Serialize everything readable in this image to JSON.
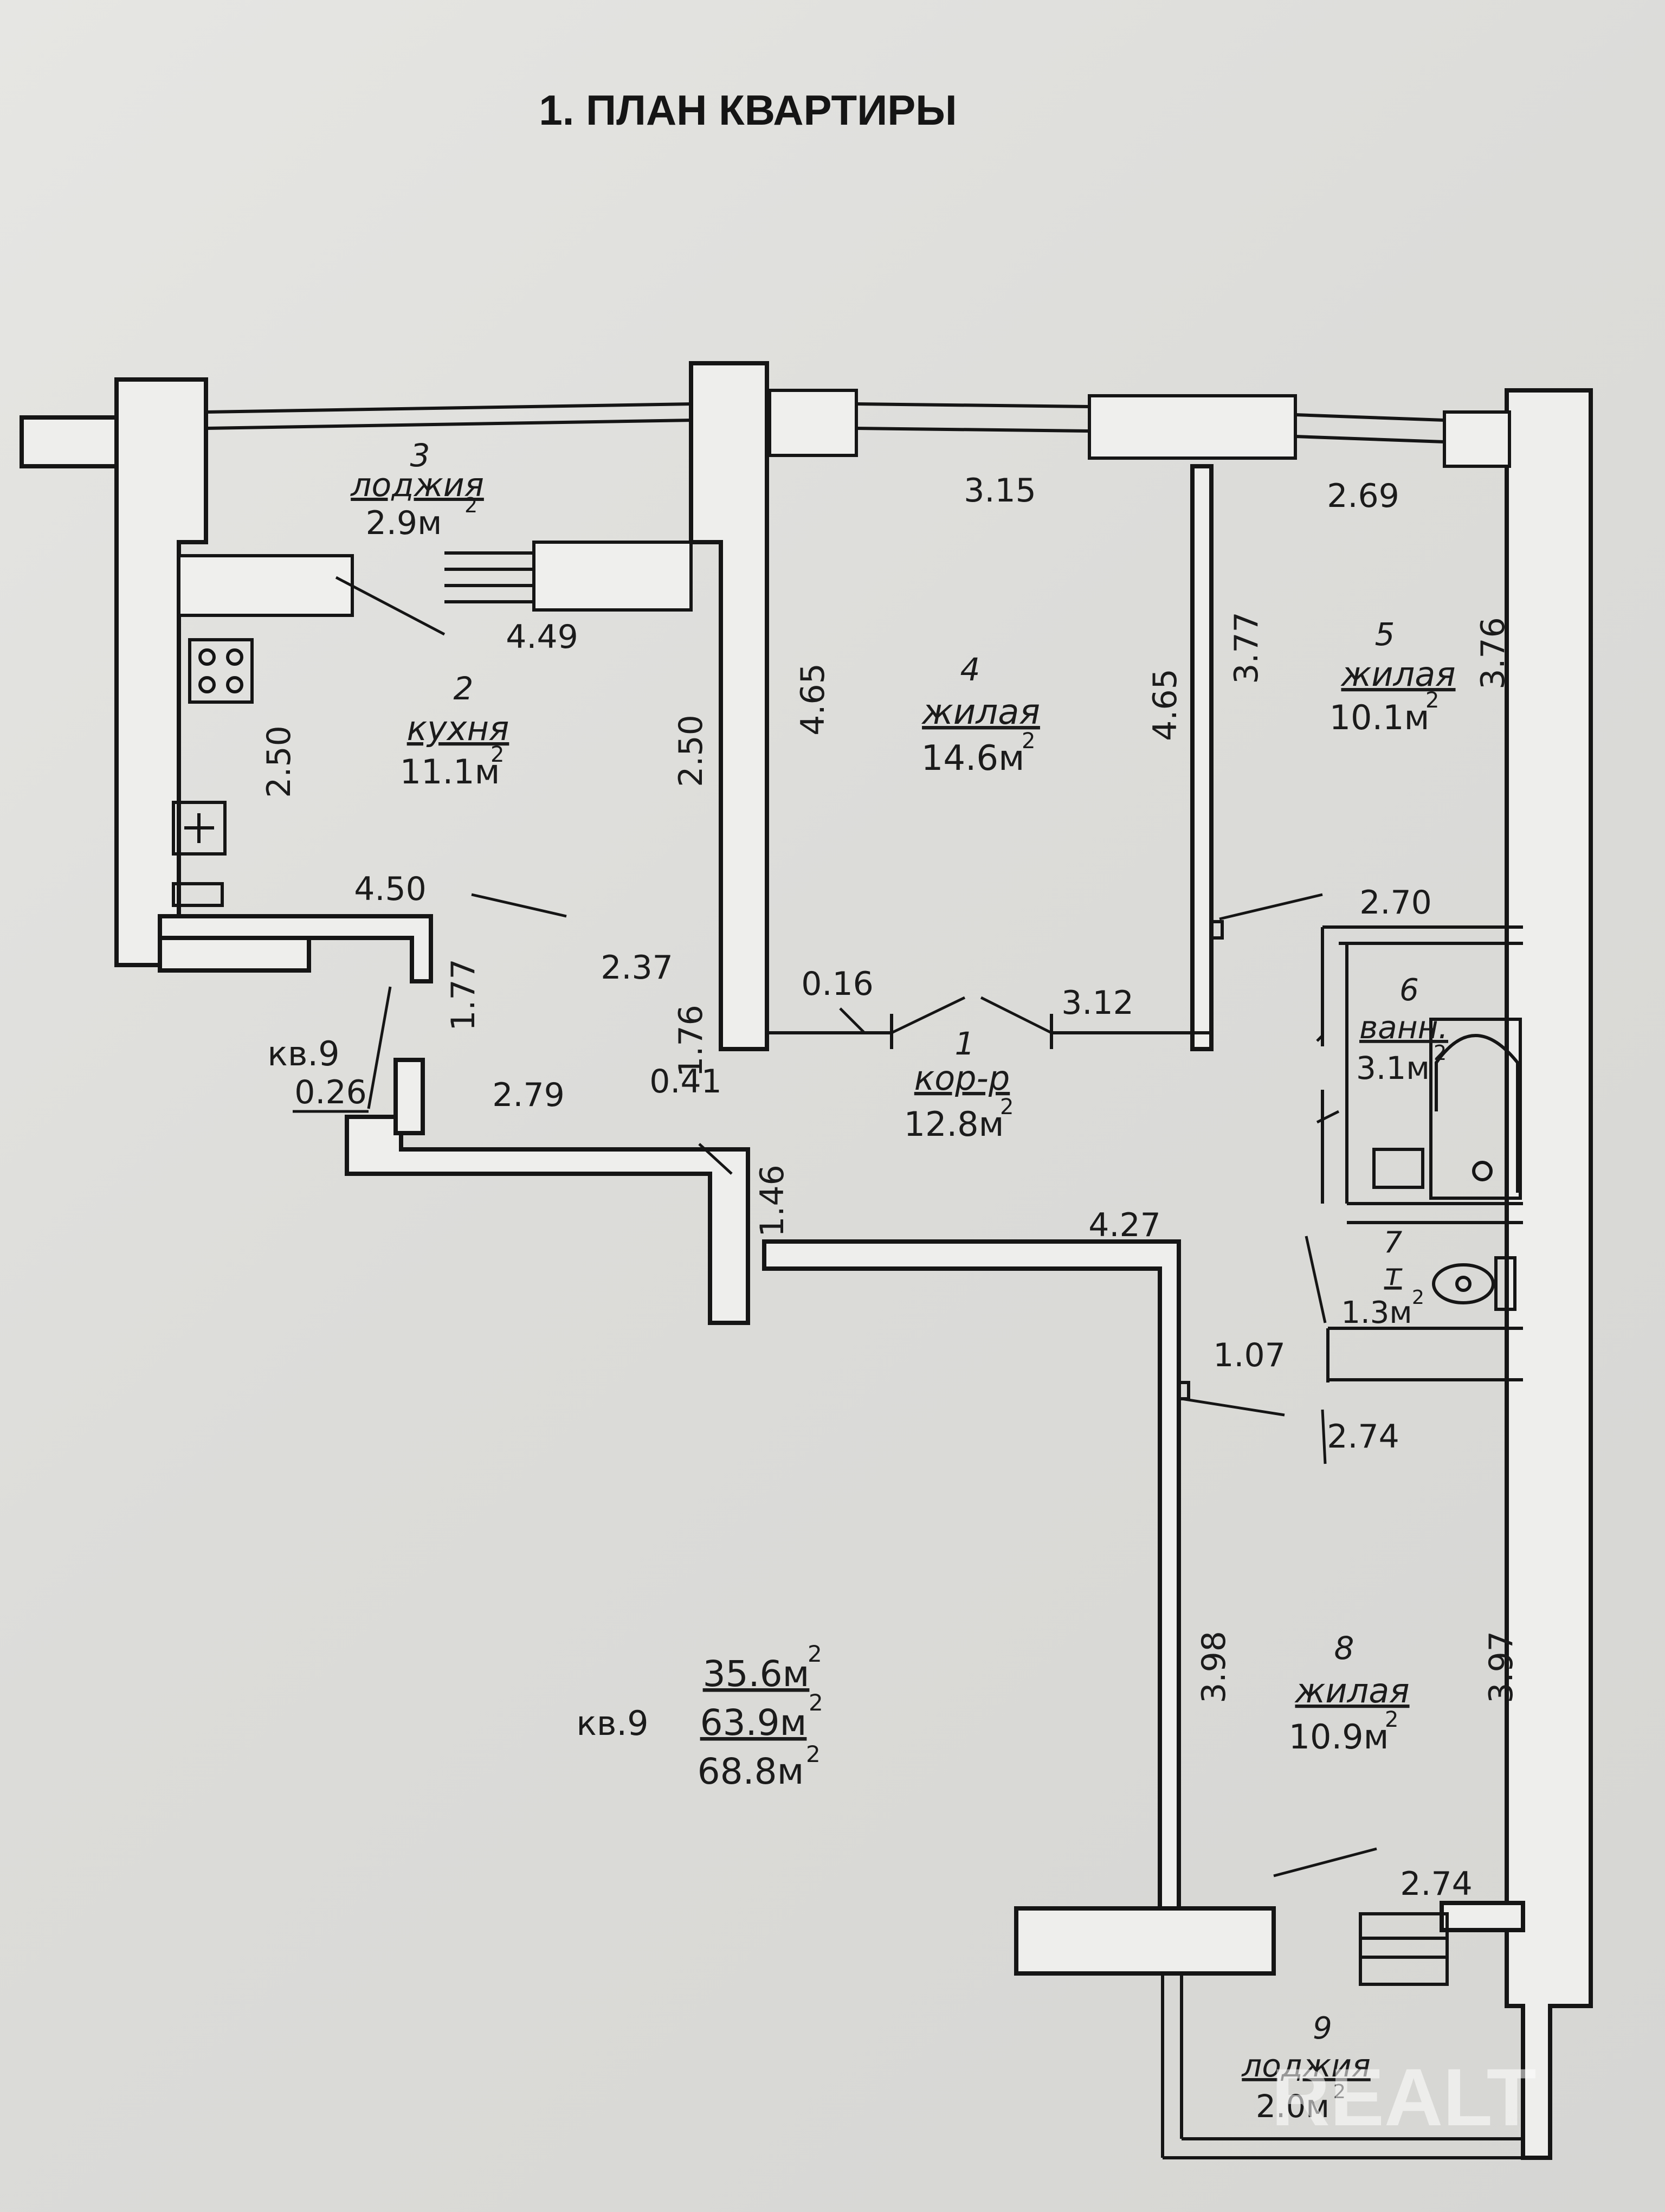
{
  "title": "1. ПЛАН КВАРТИРЫ",
  "rooms": {
    "loggia3": {
      "num": "3",
      "name": "лоджия",
      "area": "2.9м"
    },
    "kitchen": {
      "num": "2",
      "name": "кухня",
      "area": "11.1м"
    },
    "living4": {
      "num": "4",
      "name": "жилая",
      "area": "14.6м"
    },
    "living5": {
      "num": "5",
      "name": "жилая",
      "area": "10.1м"
    },
    "corridor": {
      "num": "1",
      "name": "кор-р",
      "area": "12.8м"
    },
    "bath": {
      "num": "6",
      "name": "ванн.",
      "area": "3.1м"
    },
    "toilet": {
      "num": "7",
      "name": "т",
      "area": "1.3м"
    },
    "living8": {
      "num": "8",
      "name": "жилая",
      "area": "10.9м"
    },
    "loggia9": {
      "num": "9",
      "name": "лоджия",
      "area": "2.0м"
    }
  },
  "sup": "2",
  "dims": {
    "d449": "4.49",
    "d250a": "2.50",
    "d250b": "2.50",
    "d315": "3.15",
    "d269": "2.69",
    "d465a": "4.65",
    "d465b": "4.65",
    "d377": "3.77",
    "d376": "3.76",
    "d450": "4.50",
    "d237": "2.37",
    "d177": "1.77",
    "d176": "1.76",
    "d016": "0.16",
    "d312": "3.12",
    "d270": "2.70",
    "d026": "0.26",
    "d279": "2.79",
    "d041": "0.41",
    "d146": "1.46",
    "d427": "4.27",
    "d107": "1.07",
    "d274a": "2.74",
    "d398": "3.98",
    "d397": "3.97",
    "d274b": "2.74"
  },
  "labels": {
    "kv9_left": "кв.9",
    "kv9_center": "кв.9"
  },
  "totals": {
    "living": "35.6м",
    "total": "63.9м",
    "gross": "68.8м"
  },
  "watermark": "REALT"
}
